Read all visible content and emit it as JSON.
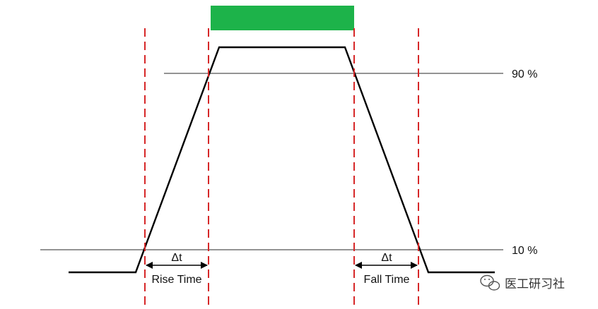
{
  "levels": {
    "high": "90 %",
    "low": "10 %"
  },
  "rise": {
    "delta": "Δt",
    "label": "Rise Time"
  },
  "fall": {
    "delta": "Δt",
    "label": "Fall Time"
  },
  "watermark": {
    "icon": "wechat-icon",
    "text": "医工研习社"
  },
  "colors": {
    "waveform": "#000000",
    "threshold_line": "#555555",
    "marker_line": "#d62728",
    "highlight_bar": "#1db34a"
  }
}
